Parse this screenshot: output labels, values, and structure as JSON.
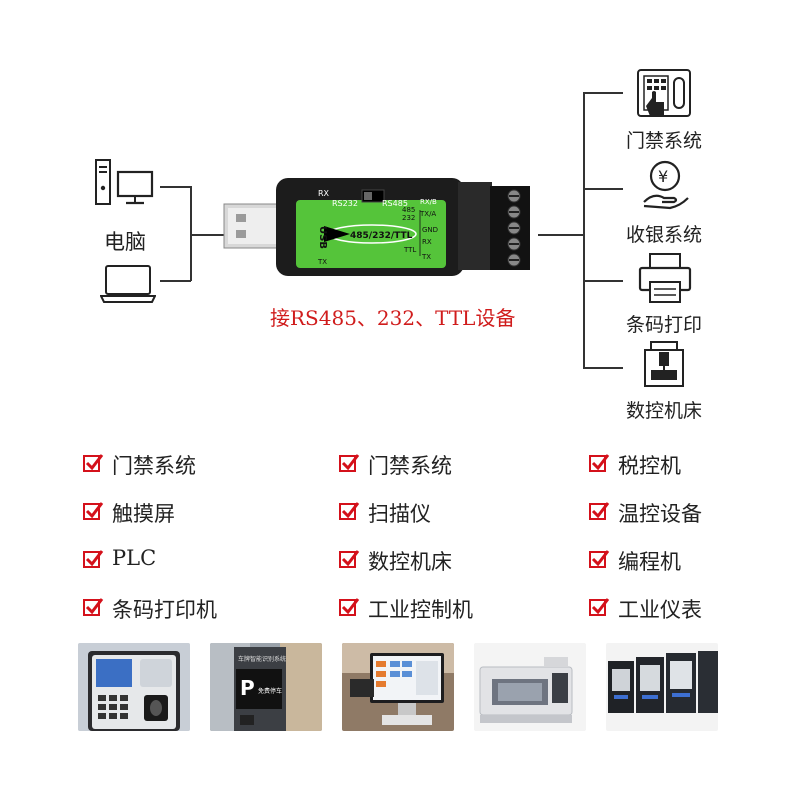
{
  "computer_label": "电脑",
  "device": {
    "usb_text": "USB",
    "switch_left": "RS232",
    "switch_right": "RS485",
    "rx_top": "RX",
    "badge": "485/232/TTL",
    "pins": [
      "RX/B",
      "485",
      "232",
      "TX/A",
      "GND",
      "RX",
      "TTL",
      "TX"
    ],
    "tx_bottom": "TX"
  },
  "caption": "接RS485、232、TTL设备",
  "right_devices": [
    "门禁系统",
    "收银系统",
    "条码打印",
    "数控机床"
  ],
  "grid": [
    [
      "门禁系统",
      "门禁系统",
      "税控机"
    ],
    [
      "触摸屏",
      "扫描仪",
      "温控设备"
    ],
    [
      "PLC",
      "数控机床",
      "编程机"
    ],
    [
      "条码打印机",
      "工业控制机",
      "工业仪表"
    ]
  ],
  "thumbs": {
    "parking_title": "车牌智能识别系统",
    "parking_p": "P",
    "parking_sub": "免费停车"
  },
  "colors": {
    "check": "#d4111b",
    "caption": "#d01c1c",
    "pcb": "#55c43a"
  }
}
